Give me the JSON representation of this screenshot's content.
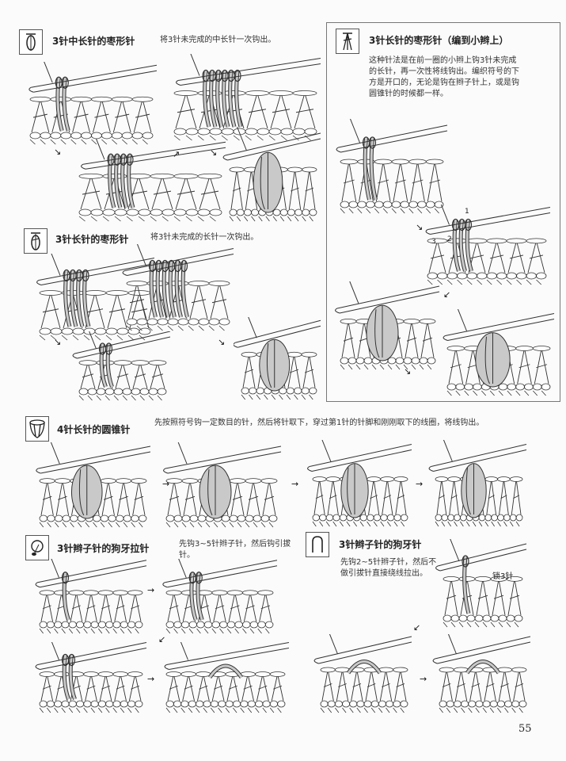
{
  "sections": [
    {
      "title": "3针中长针的枣形针",
      "desc": "将3针未完成的中长针一次钩出。",
      "symbol": "puff-3-hdc-icon"
    },
    {
      "title": "3针长针的枣形针",
      "desc": "将3针未完成的长针一次钩出。",
      "symbol": "cluster-3-dc-icon"
    },
    {
      "title": "3针长针的枣形针（编到小辫上）",
      "desc": "这种针法是在前一圈的小辫上钩3针未完成的长针，再一次性将线钩出。编织符号的下方是开口的，无论是钩在辫子针上，或是钩圆锥针的时候都一样。",
      "symbol": "cluster-3-dc-open-icon"
    },
    {
      "title": "4针长针的圆锥针",
      "desc": "先按照符号钩一定数目的针，然后将针取下，穿过第1针的针脚和刚刚取下的线圈，将线钩出。",
      "symbol": "popcorn-4-dc-icon"
    },
    {
      "title": "3针辫子针的狗牙拉针",
      "desc": "先钩3~5针辫子针，然后钩引拔针。",
      "symbol": "picot-slip-icon"
    },
    {
      "title": "3针辫子针的狗牙针",
      "desc": "先钩2~5针辫子针，然后不做引拔针直接绕线拉出。",
      "symbol": "picot-icon"
    }
  ],
  "labels": {
    "step_numbers": [
      "1",
      "2",
      "3"
    ],
    "chain3": "锁3针"
  },
  "page_number": "55",
  "colors": {
    "yarn_fill": "#c9c9c9",
    "line": "#333333"
  }
}
